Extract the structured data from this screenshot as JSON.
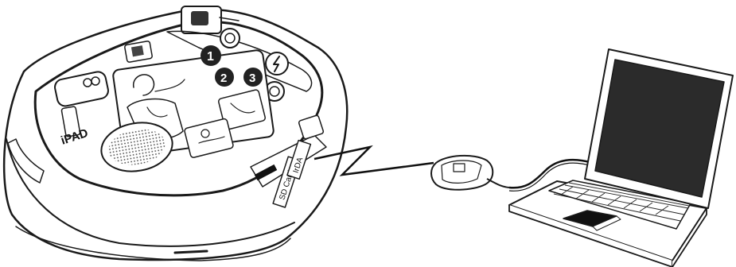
{
  "aed": {
    "brand_label": "iPAD",
    "step_numbers": [
      "1",
      "2",
      "3"
    ],
    "sd_card_label": "SD Card",
    "irda_label": "IrDA"
  },
  "connection": {
    "link_type": "infrared-wireless-link"
  },
  "laptop": {
    "adapter": "irda-usb-adapter"
  }
}
